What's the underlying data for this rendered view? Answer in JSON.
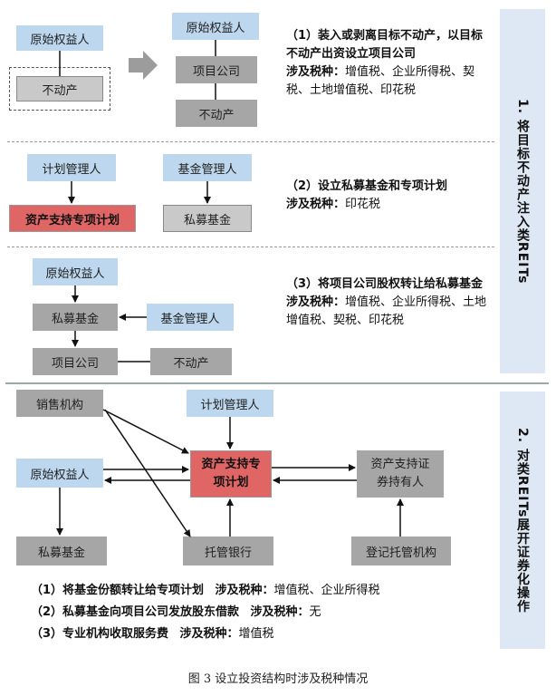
{
  "colors": {
    "blue": "#bdd7ee",
    "gray": "#a6a6a6",
    "red": "#e06666",
    "sidebar": "#dde8f4"
  },
  "step1": {
    "left_source": "原始权益人",
    "left_property": "不动产",
    "right_source": "原始权益人",
    "right_company": "项目公司",
    "right_property": "不动产",
    "note_title": "（1）装入或剥离目标不动产，以目标不动产出资设立项目公司",
    "note_label": "涉及税种：",
    "note_taxes": "增值税、企业所得税、契税、土地增值税、印花税"
  },
  "step2": {
    "plan_manager": "计划管理人",
    "abs_plan": "资产支持专项计划",
    "fund_manager": "基金管理人",
    "private_fund": "私募基金",
    "note_title": "（2）设立私募基金和专项计划",
    "note_label": "涉及税种：",
    "note_taxes": "印花税"
  },
  "step3": {
    "source": "原始权益人",
    "private_fund": "私募基金",
    "fund_manager": "基金管理人",
    "company": "项目公司",
    "property": "不动产",
    "note_title": "（3）将项目公司股权转让给私募基金",
    "note_label": "涉及税种：",
    "note_taxes": "增值税、企业所得税、土地增值税、契税、印花税"
  },
  "part2": {
    "sales": "销售机构",
    "plan_manager": "计划管理人",
    "source": "原始权益人",
    "abs_plan": "资产支持专项计划",
    "holders": "资产支持证券持有人",
    "private_fund": "私募基金",
    "custodian_bank": "托管银行",
    "registry": "登记托管机构"
  },
  "bottom_notes": [
    {
      "title": "（1）将基金份额转让给专项计划",
      "label": "涉及税种：",
      "taxes": "增值税、企业所得税"
    },
    {
      "title": "（2）私募基金向项目公司发放股东借款",
      "label": "涉及税种：",
      "taxes": "无"
    },
    {
      "title": "（3）专业机构收取服务费",
      "label": "涉及税种：",
      "taxes": "增值税"
    }
  ],
  "sidebar": {
    "part1": "1. 将目标不动产注入类REITs",
    "part2": "2. 对类REITs展开证券化操作"
  },
  "caption": "图 3  设立投资结构时涉及税种情况"
}
